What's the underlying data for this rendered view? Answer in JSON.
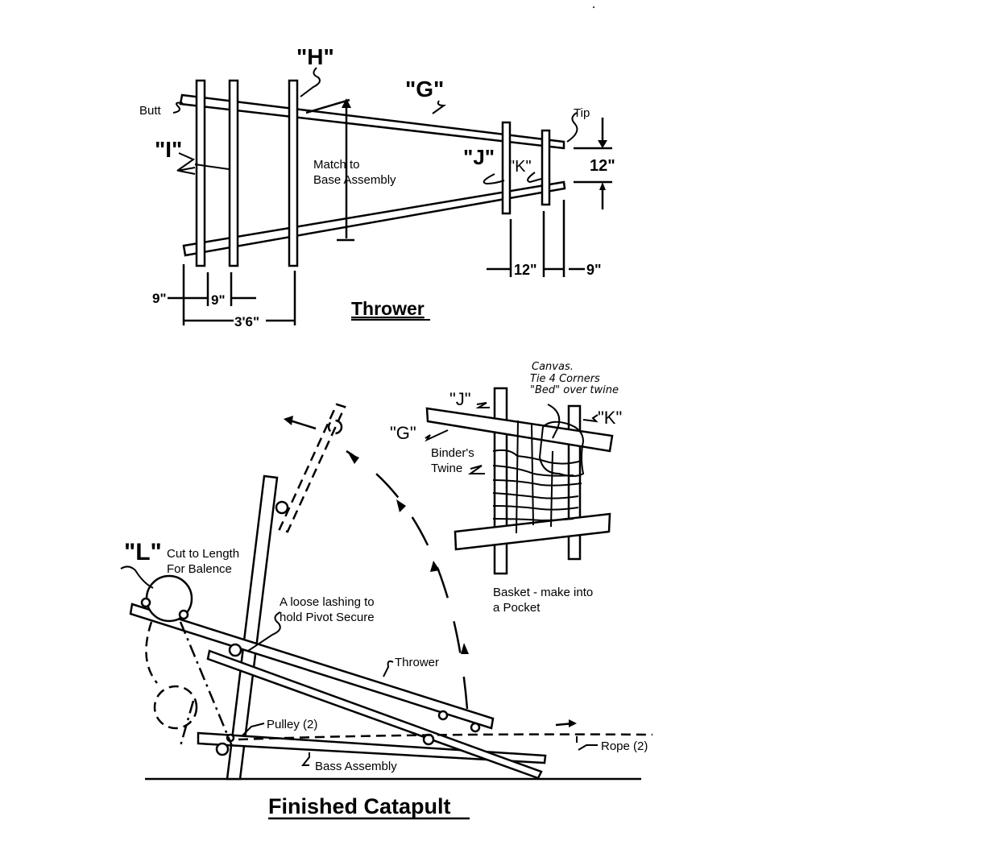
{
  "thrower_diagram": {
    "title": "Thrower",
    "labels": {
      "butt": "Butt",
      "tip": "Tip",
      "h": "\"H\"",
      "g": "\"G\"",
      "i": "\"I\"",
      "j": "\"J\"",
      "k": "\"K\"",
      "match_line1": "Match to",
      "match_line2": "Base Assembly"
    },
    "dimensions": {
      "tip_gap": "12\"",
      "jk_spacing": "12\"",
      "k_to_tip": "9\"",
      "butt_to_first": "9\"",
      "first_to_second": "9\"",
      "butt_to_h": "3'6\""
    }
  },
  "basket_diagram": {
    "canvas_line1": "Canvas.",
    "canvas_line2": "Tie 4 Corners",
    "canvas_line3": "\"Bed\" over twine",
    "j": "\"J\"",
    "k": "\"K\"",
    "g": "\"G\"",
    "twine_line1": "Binder's",
    "twine_line2": "Twine",
    "basket_line1": "Basket - make into",
    "basket_line2": "a Pocket"
  },
  "catapult_diagram": {
    "title": "Finished Catapult",
    "labels": {
      "l": "\"L\"",
      "cut_line1": "Cut to Length",
      "cut_line2": "For Balence",
      "lash_line1": "A loose lashing to",
      "lash_line2": "hold Pivot Secure",
      "thrower": "Thrower",
      "pulley": "Pulley (2)",
      "rope": "Rope (2)",
      "base": "Bass Assembly"
    }
  }
}
